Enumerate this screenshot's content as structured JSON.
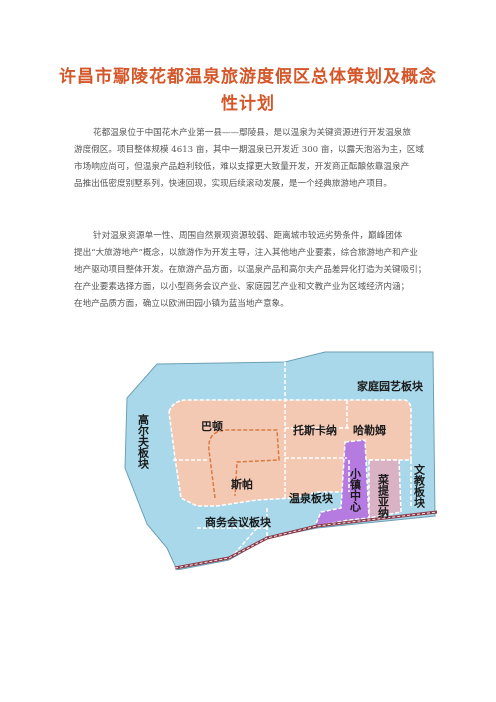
{
  "document": {
    "title_line1": "许昌市鄢陵花都温泉旅游度假区总体策划及概念",
    "title_line2": "性计划",
    "paragraph1": [
      "花都温泉位于中国花木产业第一县——鄢陵县，是以温泉为关键资源进行开发温泉旅",
      "游度假区。项目整体规模 4613 亩，其中一期温泉已开发近 300 亩，以露天泡浴为主，区域",
      "市场响应尚可，但温泉产品趋利较低，难以支撑更大致量开发，开发商正酝酿依靠温泉产",
      "品推出低密度别墅系列，快速回现，实现后续滚动发展，是一个经典旅游地产项目。"
    ],
    "paragraph2": [
      "针对温泉资源单一性、周围自然景观资源较弱、距离城市较远劣势条件，巅峰团体",
      "提出“大旅游地产”概念，以旅游作为开发主导，注入其他地产业要素，综合旅游地产和产业",
      "地产驱动项目整体开发。在旅游产品方面，以温泉产品和高尔夫产品差异化打造为关键吸引；",
      "在产业要素选择方面，以小型商务会议产业、家庭园艺产业和文教产业为区域经济内涵；",
      "在地产品质方面，确立以欧洲田园小镇为蓝当地产意象。"
    ]
  },
  "map": {
    "labels": {
      "golf": "高尔夫板块",
      "garden": "家庭园艺板块",
      "bali": "巴顿",
      "tuscany": "托斯卡纳",
      "harrow": "哈勒姆",
      "spa": "斯帕",
      "hotspring": "温泉板块",
      "towncenter": "小镇中心",
      "zermatt": "菜提亚纳",
      "culture": "文教板块",
      "business": "商务会议板块"
    },
    "colors": {
      "light_blue": "#a9d8ea",
      "peach": "#f4c9b4",
      "purple": "#b57be0",
      "pink": "#d9b2c4",
      "road": "#8b3a4a",
      "dash": "#ffffff",
      "orange_dash": "#d97a40"
    }
  }
}
